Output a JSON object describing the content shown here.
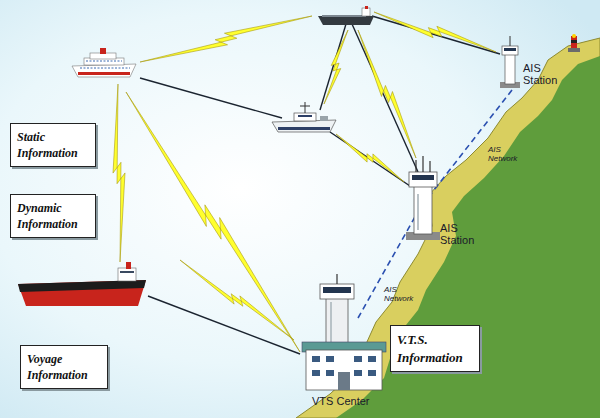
{
  "diagram": {
    "nodes": [
      {
        "text": [
          "Static Information"
        ]
      },
      {
        "text": [
          "Dynamic Information"
        ]
      },
      {
        "text": [
          "Voyage Information"
        ]
      },
      {
        "text": [
          "V.T.S. Information"
        ]
      }
    ],
    "labels": [
      "AIS Station",
      "AIS Network",
      "AIS Station",
      "AIS Network",
      "VTS Center"
    ]
  }
}
